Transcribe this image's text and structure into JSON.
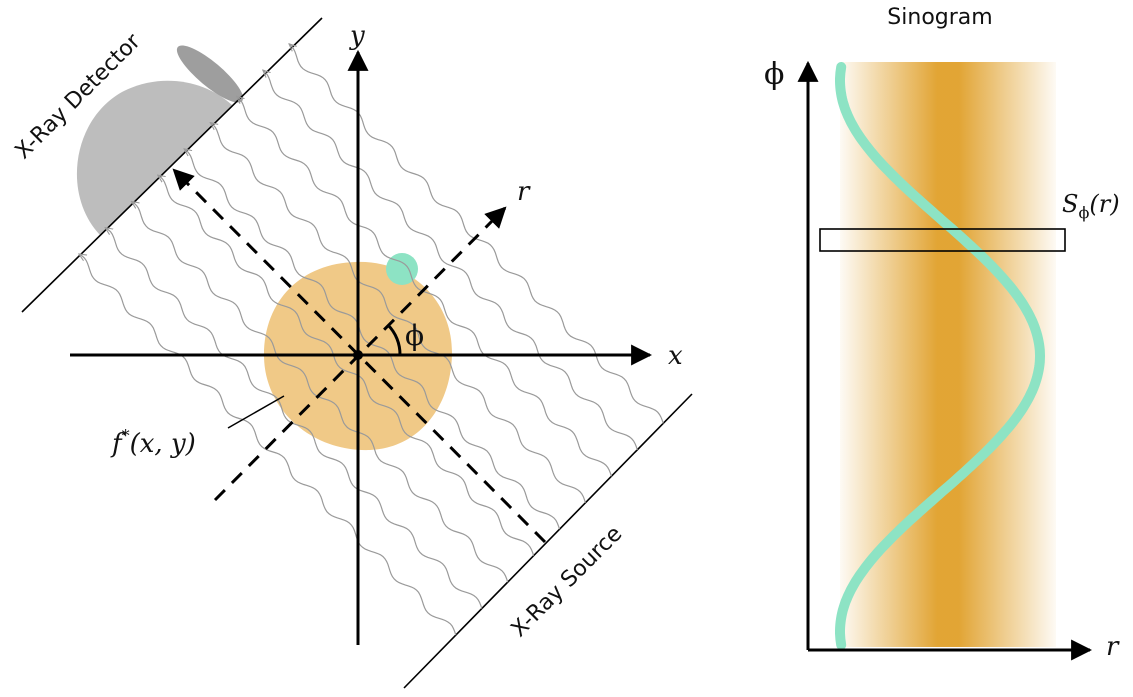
{
  "diagram": {
    "axes": {
      "x_label": "x",
      "y_label": "y",
      "r_label": "r"
    },
    "angle_label": "ϕ",
    "object_label": {
      "f": "f",
      "star": "*",
      "args": "(x, y)"
    },
    "detector_label": "X-Ray Detector",
    "source_label": "X-Ray Source"
  },
  "sinogram": {
    "title": "Sinogram",
    "y_axis_label": "ϕ",
    "x_axis_label": "r",
    "projection_label": {
      "S": "S",
      "sub": "ϕ",
      "arg": "(r)"
    }
  },
  "colors": {
    "object": "#f0c987",
    "point": "#8de3c4",
    "detector_shadow": "#bdbdbd",
    "ray": "#9a9a9a",
    "sinogram_band": "#e0a02a",
    "sinogram_curve": "#8de3c4",
    "axis": "#000000"
  }
}
